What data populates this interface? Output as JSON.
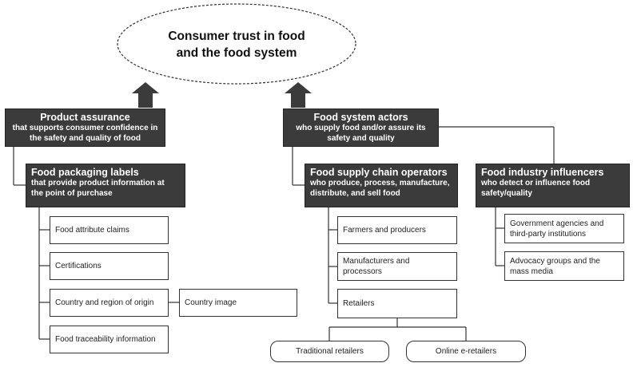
{
  "goal": {
    "line1": "Consumer trust in food",
    "line2": "and the food system"
  },
  "product_assurance": {
    "title": "Product assurance",
    "subtitle_line1": "that supports consumer confidence in",
    "subtitle_line2": "the safety and quality of food"
  },
  "food_packaging_labels": {
    "title": "Food packaging labels",
    "subtitle_line1": "that provide product information at",
    "subtitle_line2": "the point of purchase",
    "items": [
      "Food attribute claims",
      "Certifications",
      "Country and region of origin",
      "Food traceability information"
    ],
    "country_image": "Country image"
  },
  "food_system_actors": {
    "title": "Food system actors",
    "subtitle_line1": "who supply food and/or assure its",
    "subtitle_line2": "safety and quality"
  },
  "food_supply_chain_operators": {
    "title": "Food supply chain operators",
    "subtitle_line1": "who produce, process, manufacture,",
    "subtitle_line2": "distribute, and sell food",
    "items": [
      [
        "Farmers and producers"
      ],
      [
        "Manufacturers and",
        "processors"
      ],
      [
        "Retailers"
      ]
    ],
    "retailer_types": [
      "Traditional retailers",
      "Online e-retailers"
    ]
  },
  "food_industry_influencers": {
    "title": "Food industry influencers",
    "subtitle_line1": "who detect or influence food",
    "subtitle_line2": "safety/quality",
    "items": [
      [
        "Government agencies and",
        "third-party institutions"
      ],
      [
        "Advocacy groups and the",
        "mass media"
      ]
    ]
  }
}
